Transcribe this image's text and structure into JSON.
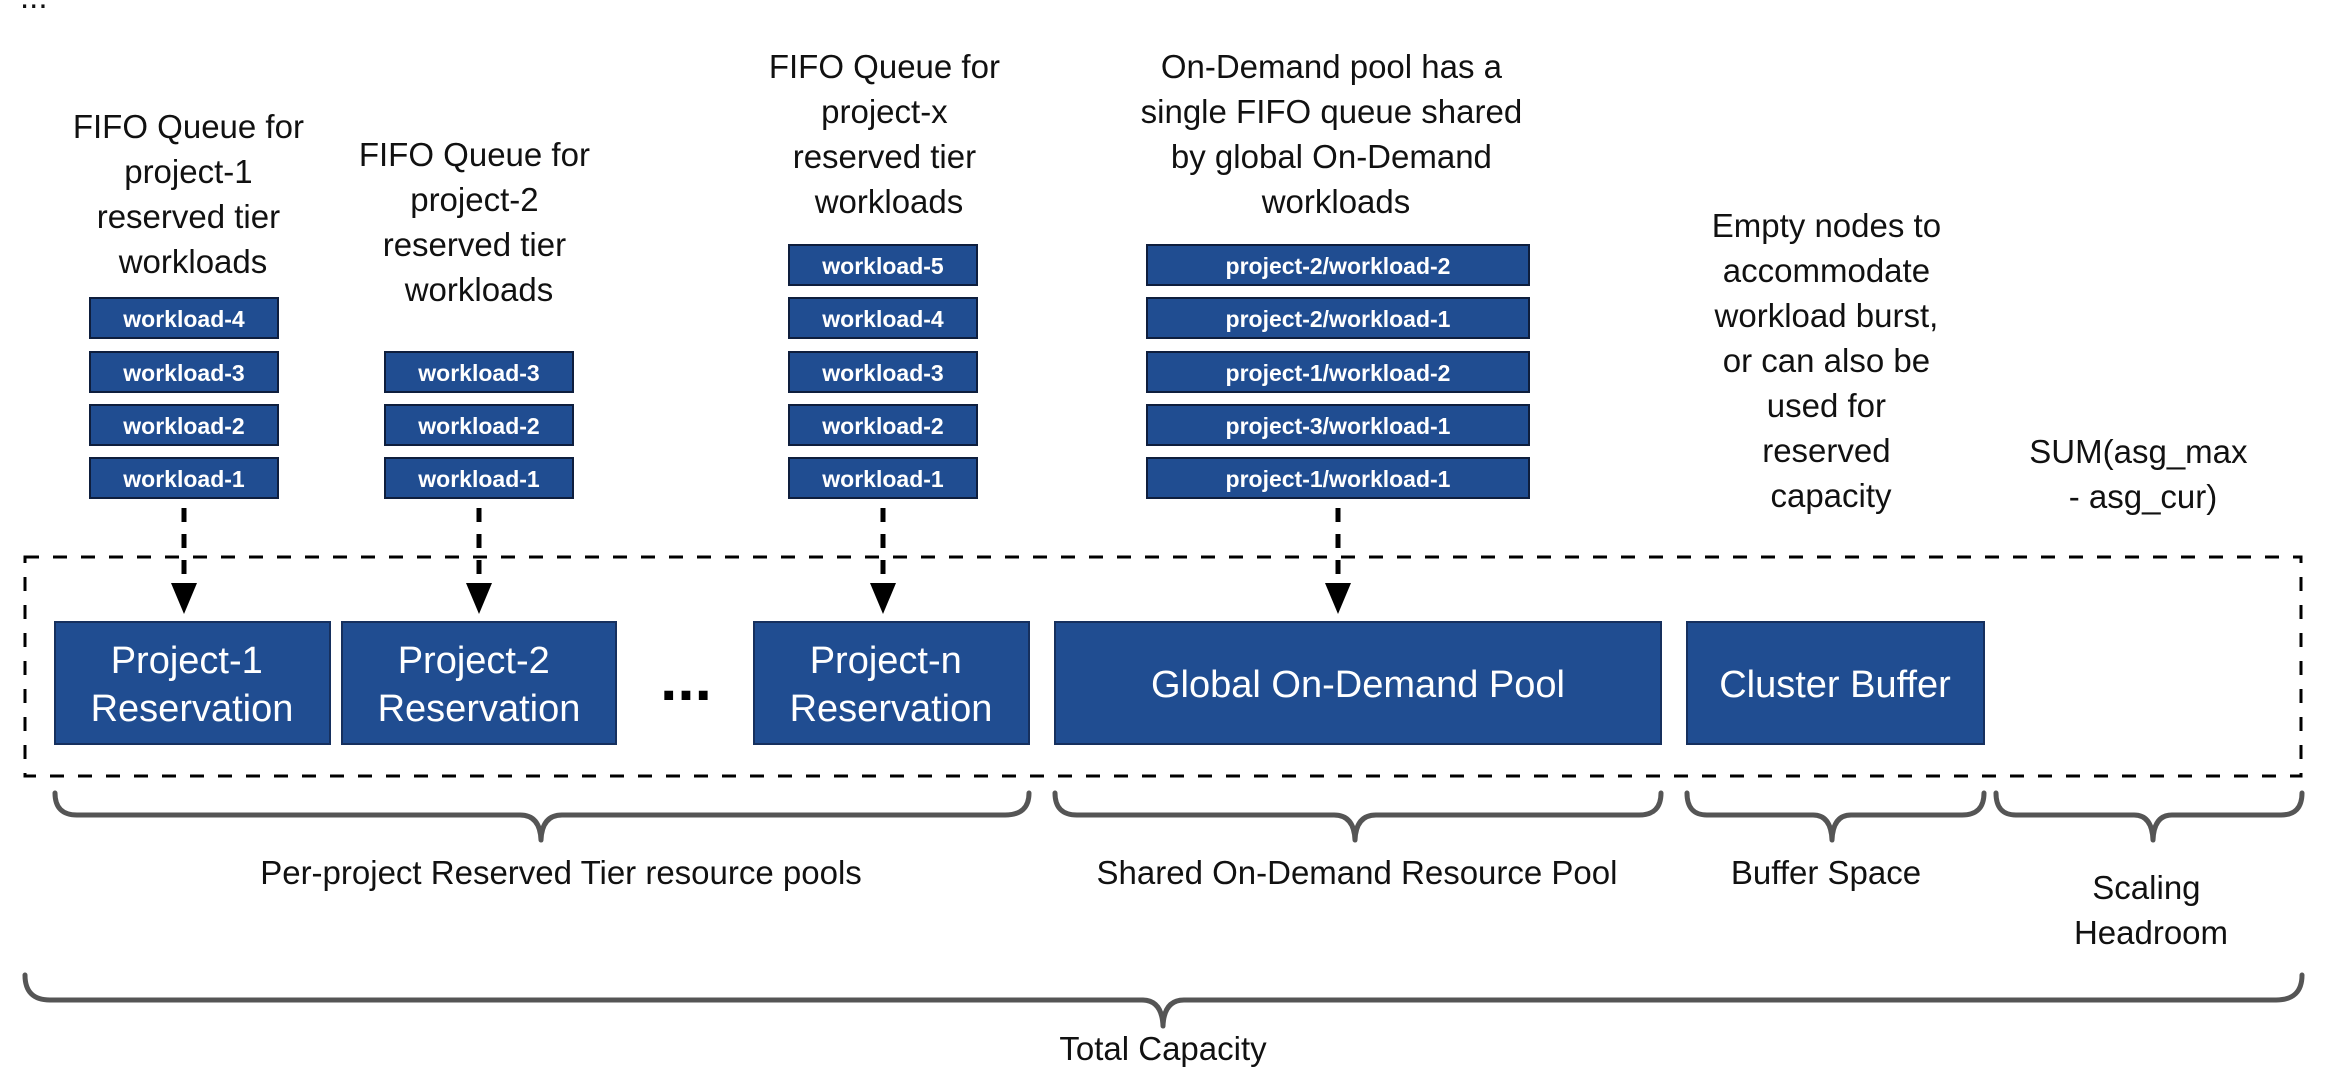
{
  "header_partial": "...",
  "queue_captions": {
    "project1": [
      "FIFO Queue for",
      "project-1",
      "reserved tier",
      "workloads"
    ],
    "project2": [
      "FIFO Queue for",
      "project-2",
      "reserved tier",
      "workloads"
    ],
    "projectx": [
      "FIFO Queue for",
      "project-x",
      "reserved tier",
      "workloads"
    ],
    "ondemand": [
      "On-Demand pool has a",
      "single FIFO queue shared",
      "by global On-Demand",
      "workloads"
    ],
    "buffer": [
      "Empty nodes to",
      "accommodate",
      "workload burst,",
      "or can also be",
      "used for",
      "reserved",
      "capacity"
    ],
    "headroom": [
      "SUM(asg_max",
      "- asg_cur)"
    ]
  },
  "queues": {
    "project1": [
      "workload-4",
      "workload-3",
      "workload-2",
      "workload-1"
    ],
    "project2": [
      "workload-3",
      "workload-2",
      "workload-1"
    ],
    "projectx": [
      "workload-5",
      "workload-4",
      "workload-3",
      "workload-2",
      "workload-1"
    ],
    "ondemand": [
      "project-2/workload-2",
      "project-2/workload-1",
      "project-1/workload-2",
      "project-3/workload-1",
      "project-1/workload-1"
    ]
  },
  "pools": {
    "project1": [
      "Project-1",
      "Reservation"
    ],
    "project2": [
      "Project-2",
      "Reservation"
    ],
    "ellipsis": "...",
    "projectn": [
      "Project-n",
      "Reservation"
    ],
    "ondemand": "Global On-Demand Pool",
    "buffer": "Cluster Buffer"
  },
  "brace_labels": {
    "reserved": "Per-project Reserved Tier resource pools",
    "shared": "Shared On-Demand Resource Pool",
    "buffer": "Buffer Space",
    "headroom": [
      "Scaling",
      "Headroom"
    ],
    "total": "Total Capacity"
  },
  "colors": {
    "box_fill": "#204d91",
    "brace": "#555555"
  }
}
